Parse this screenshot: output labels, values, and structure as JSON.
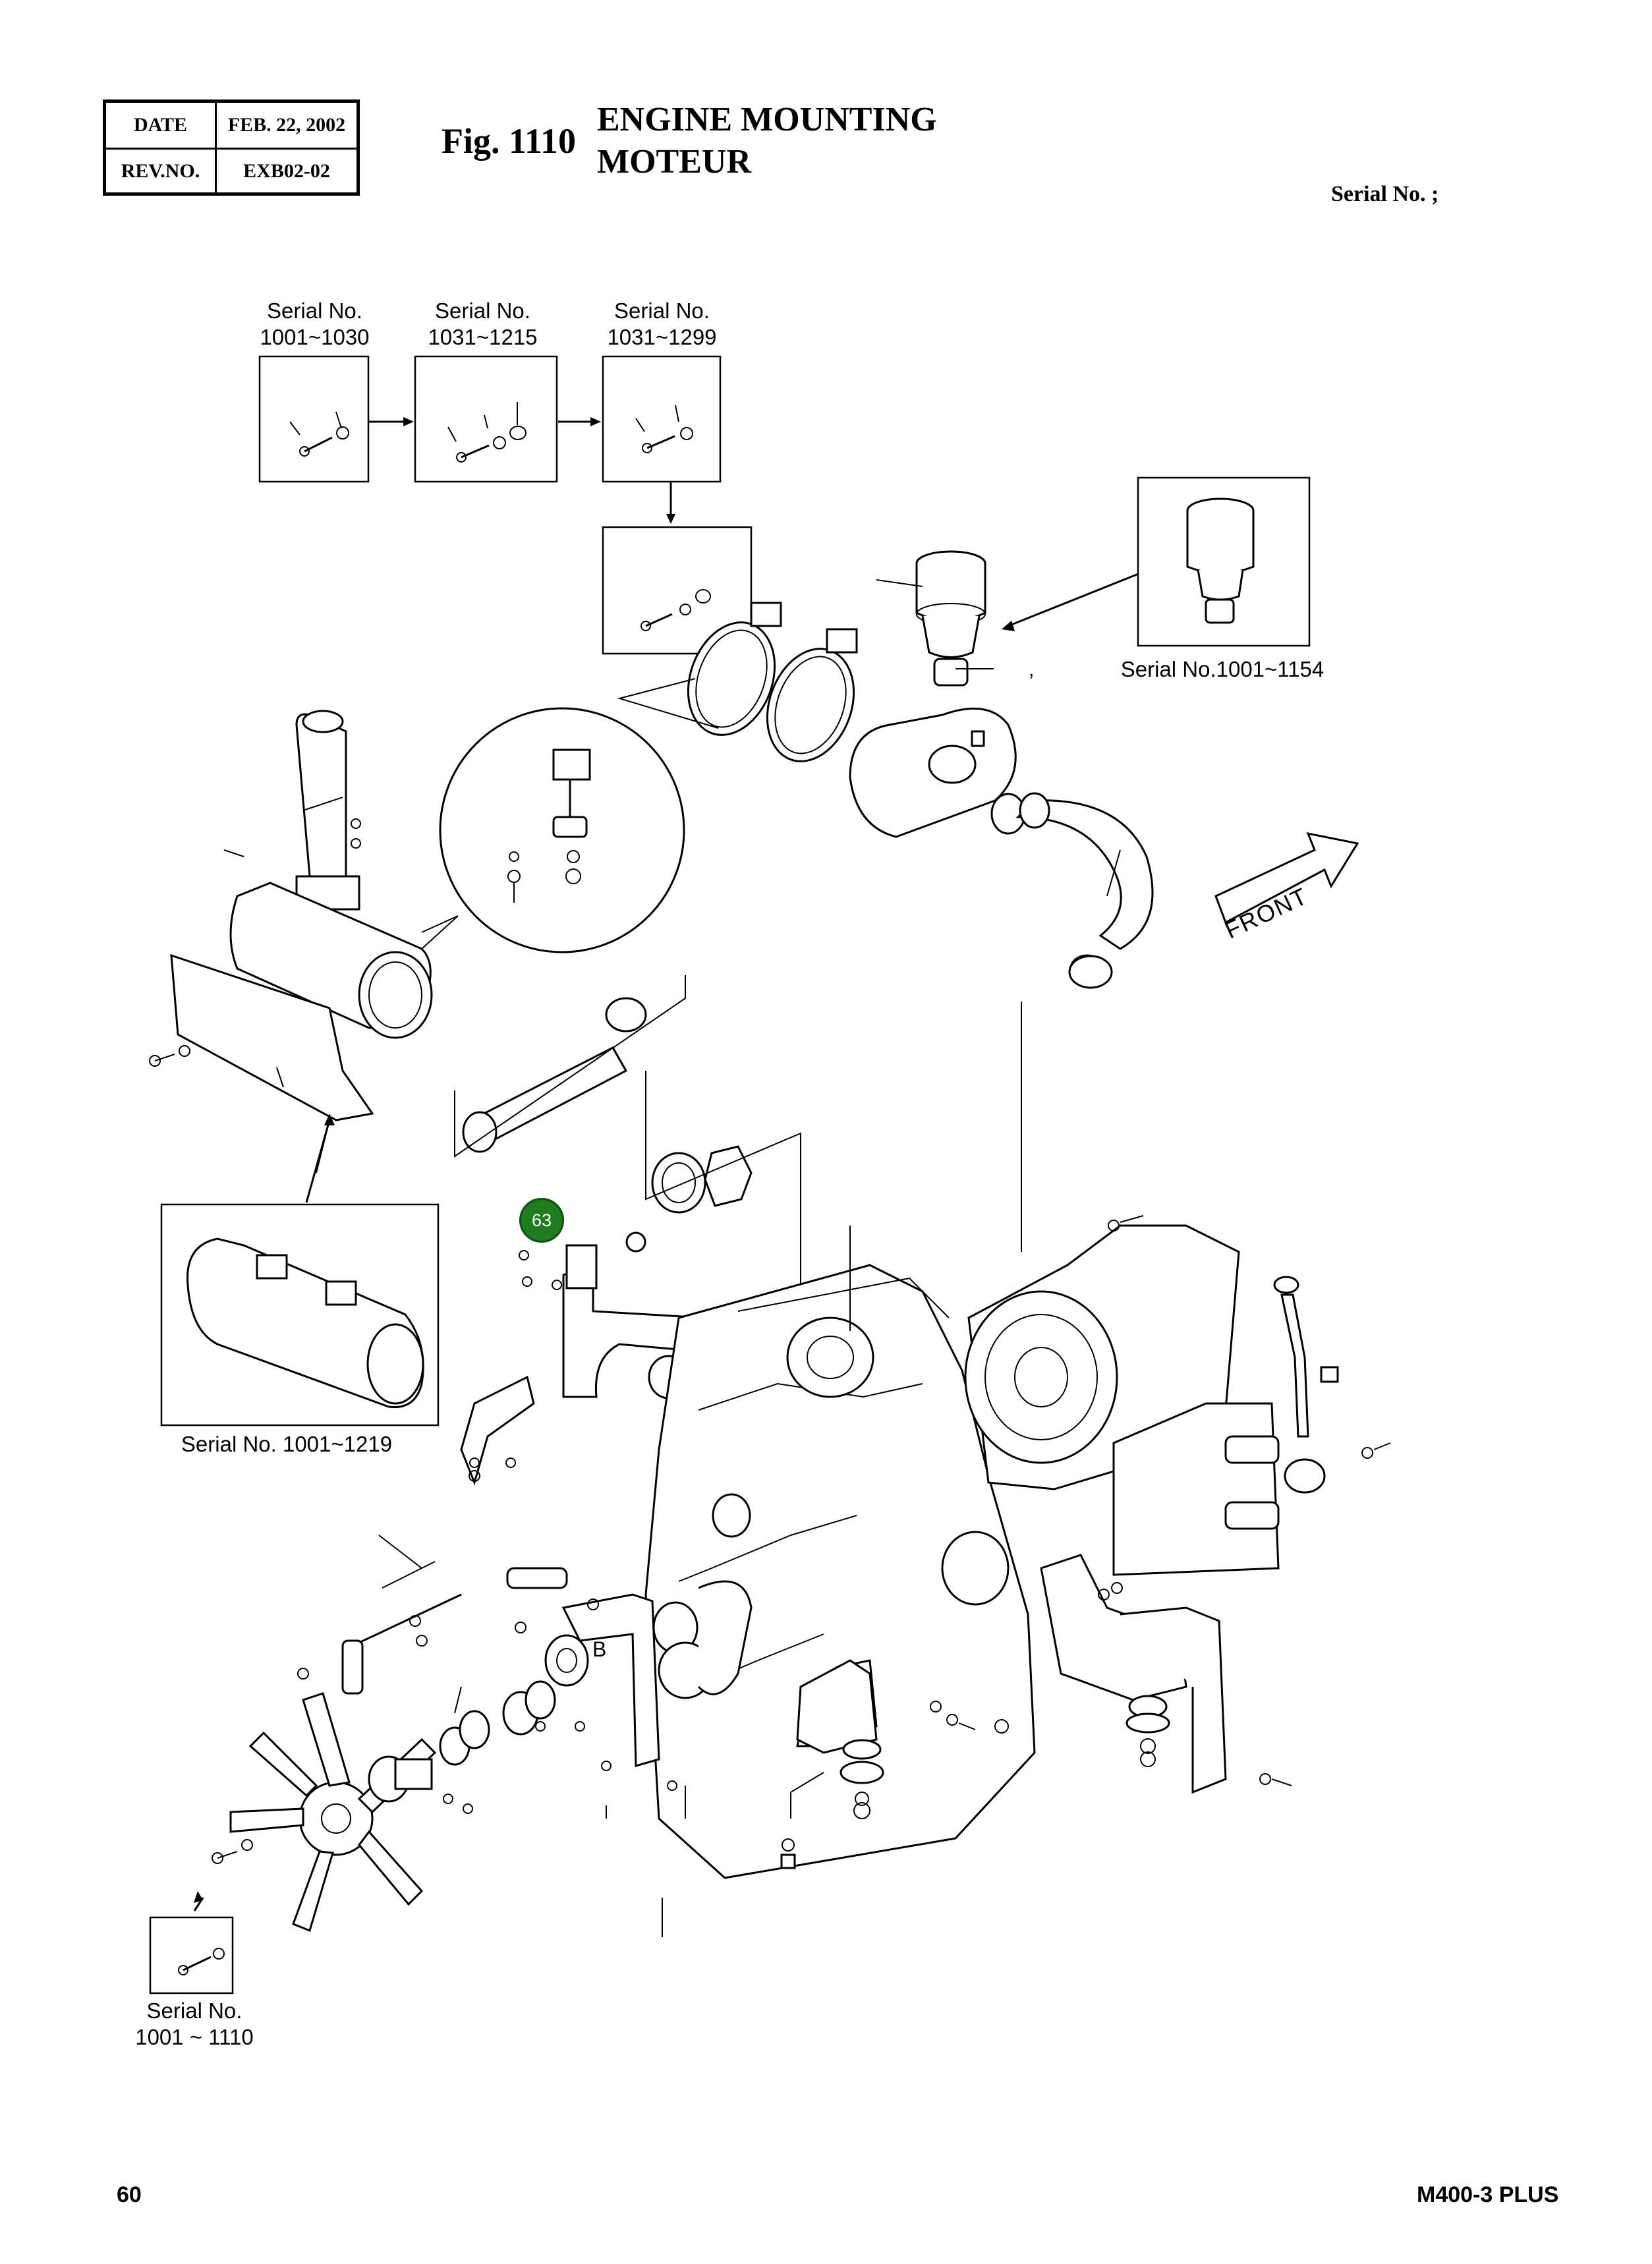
{
  "header": {
    "date_label": "DATE",
    "date_value": "FEB. 22, 2002",
    "rev_label": "REV.NO.",
    "rev_value": "EXB02-02",
    "fig_label": "Fig. 1110",
    "title_en": "ENGINE MOUNTING",
    "title_fr": "MOTEUR",
    "serial": "Serial No. ;"
  },
  "insets": {
    "box1": {
      "line1": "Serial No.",
      "line2": "1001~1030"
    },
    "box2": {
      "line1": "Serial No.",
      "line2": "1031~1215"
    },
    "box3": {
      "line1": "Serial No.",
      "line2": "1031~1299"
    },
    "air_cleaner": "Serial No.1001~1154",
    "muffler": "Serial No. 1001~1219",
    "fan_bolt": {
      "line1": "Serial No.",
      "line2": "1001 ~ 1110"
    }
  },
  "diagram": {
    "front_label": "FRONT",
    "b_label": "B",
    "comma": ",",
    "callout": "63"
  },
  "footer": {
    "page": "60",
    "model": "M400-3 PLUS"
  }
}
